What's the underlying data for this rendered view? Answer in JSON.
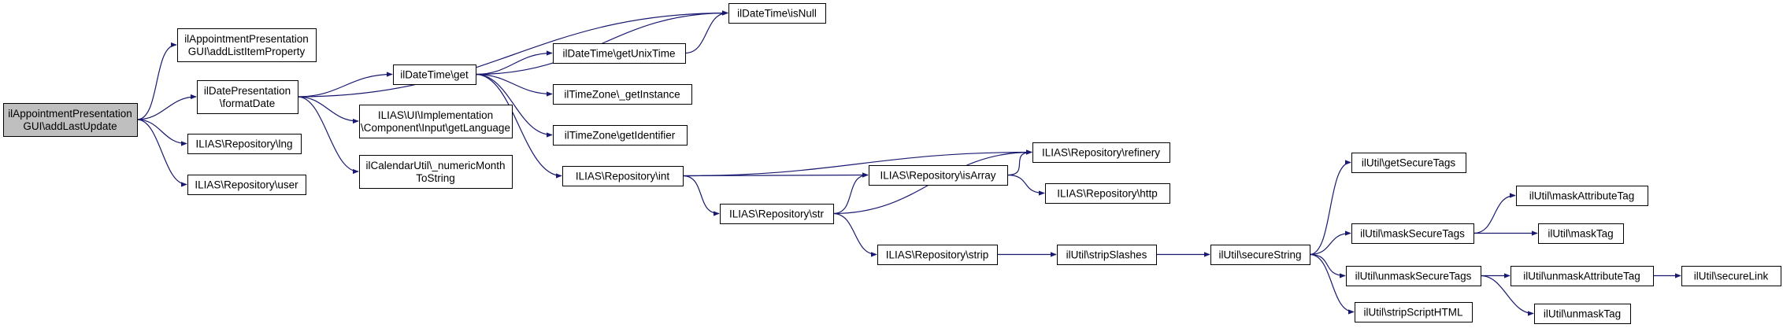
{
  "colors": {
    "edge": "#191970",
    "node_stroke": "#000000",
    "node_fill": "#ffffff",
    "root_fill": "#bfbfbf"
  },
  "nodes": {
    "addLastUpdate": [
      "ilAppointmentPresentation",
      "GUI\\addLastUpdate"
    ],
    "addListItemProperty": [
      "ilAppointmentPresentation",
      "GUI\\addListItemProperty"
    ],
    "formatDate": [
      "ilDatePresentation",
      "\\formatDate"
    ],
    "repo_lng": [
      "ILIAS\\Repository\\lng"
    ],
    "repo_user": [
      "ILIAS\\Repository\\user"
    ],
    "dt_get": [
      "ilDateTime\\get"
    ],
    "getLanguage": [
      "ILIAS\\UI\\Implementation",
      "\\Component\\Input\\getLanguage"
    ],
    "numericMonth": [
      "ilCalendarUtil\\_numericMonth",
      "ToString"
    ],
    "dt_isNull": [
      "ilDateTime\\isNull"
    ],
    "dt_getUnixTime": [
      "ilDateTime\\getUnixTime"
    ],
    "tz_getInstance": [
      "ilTimeZone\\_getInstance"
    ],
    "tz_getIdentifier": [
      "ilTimeZone\\getIdentifier"
    ],
    "repo_int": [
      "ILIAS\\Repository\\int"
    ],
    "repo_str": [
      "ILIAS\\Repository\\str"
    ],
    "repo_isArray": [
      "ILIAS\\Repository\\isArray"
    ],
    "repo_refinery": [
      "ILIAS\\Repository\\refinery"
    ],
    "repo_http": [
      "ILIAS\\Repository\\http"
    ],
    "repo_strip": [
      "ILIAS\\Repository\\strip"
    ],
    "stripSlashes": [
      "ilUtil\\stripSlashes"
    ],
    "secureString": [
      "ilUtil\\secureString"
    ],
    "getSecureTags": [
      "ilUtil\\getSecureTags"
    ],
    "maskSecureTags": [
      "ilUtil\\maskSecureTags"
    ],
    "unmaskSecureTags": [
      "ilUtil\\unmaskSecureTags"
    ],
    "stripScriptHTML": [
      "ilUtil\\stripScriptHTML"
    ],
    "maskAttributeTag": [
      "ilUtil\\maskAttributeTag"
    ],
    "maskTag": [
      "ilUtil\\maskTag"
    ],
    "unmaskAttributeTag": [
      "ilUtil\\unmaskAttributeTag"
    ],
    "unmaskTag": [
      "ilUtil\\unmaskTag"
    ],
    "secureLink": [
      "ilUtil\\secureLink"
    ]
  },
  "edges": [
    [
      "addLastUpdate",
      "addListItemProperty"
    ],
    [
      "addLastUpdate",
      "formatDate"
    ],
    [
      "addLastUpdate",
      "repo_lng"
    ],
    [
      "addLastUpdate",
      "repo_user"
    ],
    [
      "formatDate",
      "dt_isNull"
    ],
    [
      "formatDate",
      "dt_get"
    ],
    [
      "formatDate",
      "getLanguage"
    ],
    [
      "formatDate",
      "numericMonth"
    ],
    [
      "dt_get",
      "dt_isNull"
    ],
    [
      "dt_get",
      "dt_getUnixTime"
    ],
    [
      "dt_get",
      "tz_getInstance"
    ],
    [
      "dt_get",
      "tz_getIdentifier"
    ],
    [
      "dt_get",
      "repo_int"
    ],
    [
      "dt_getUnixTime",
      "dt_isNull"
    ],
    [
      "repo_int",
      "repo_refinery"
    ],
    [
      "repo_int",
      "repo_isArray"
    ],
    [
      "repo_int",
      "repo_str"
    ],
    [
      "repo_str",
      "repo_isArray"
    ],
    [
      "repo_str",
      "repo_refinery"
    ],
    [
      "repo_str",
      "repo_strip"
    ],
    [
      "repo_isArray",
      "repo_refinery"
    ],
    [
      "repo_isArray",
      "repo_http"
    ],
    [
      "repo_strip",
      "stripSlashes"
    ],
    [
      "stripSlashes",
      "secureString"
    ],
    [
      "secureString",
      "getSecureTags"
    ],
    [
      "secureString",
      "maskSecureTags"
    ],
    [
      "secureString",
      "unmaskSecureTags"
    ],
    [
      "secureString",
      "stripScriptHTML"
    ],
    [
      "maskSecureTags",
      "maskAttributeTag"
    ],
    [
      "maskSecureTags",
      "maskTag"
    ],
    [
      "unmaskSecureTags",
      "unmaskAttributeTag"
    ],
    [
      "unmaskSecureTags",
      "unmaskTag"
    ],
    [
      "unmaskAttributeTag",
      "secureLink"
    ]
  ]
}
